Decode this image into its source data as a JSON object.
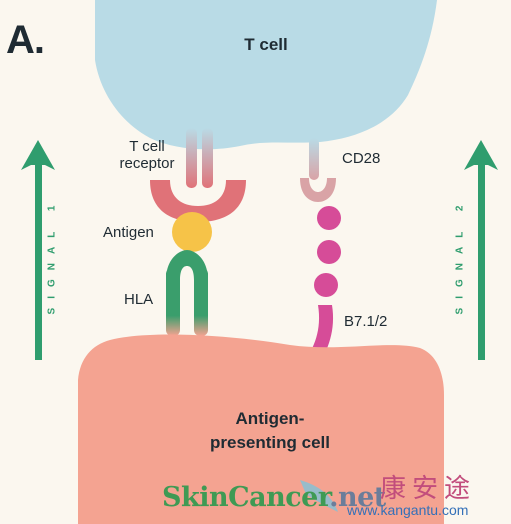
{
  "panel_label": "A.",
  "cells": {
    "t_cell": "T cell",
    "apc_line1": "Antigen-",
    "apc_line2": "presenting cell"
  },
  "molecules": {
    "tcr_line1": "T cell",
    "tcr_line2": "receptor",
    "antigen": "Antigen",
    "hla": "HLA",
    "cd28": "CD28",
    "b7": "B7.1/2"
  },
  "signals": {
    "left": "SIGNAL 1",
    "right": "SIGNAL 2"
  },
  "watermark": {
    "brand_main": "SkinCancer",
    "brand_suffix": ".net",
    "cn_text": "康安途",
    "url": "www.kangantu.com"
  },
  "colors": {
    "background": "#fbf7ef",
    "t_cell": "#b9dbe6",
    "apc": "#f4a391",
    "tcr": "#e07278",
    "antigen": "#f6c348",
    "hla": "#3a9e6c",
    "b7": "#d64c98",
    "cd28": "#d9a3a6",
    "signal_arrow": "#2f9d6e"
  }
}
